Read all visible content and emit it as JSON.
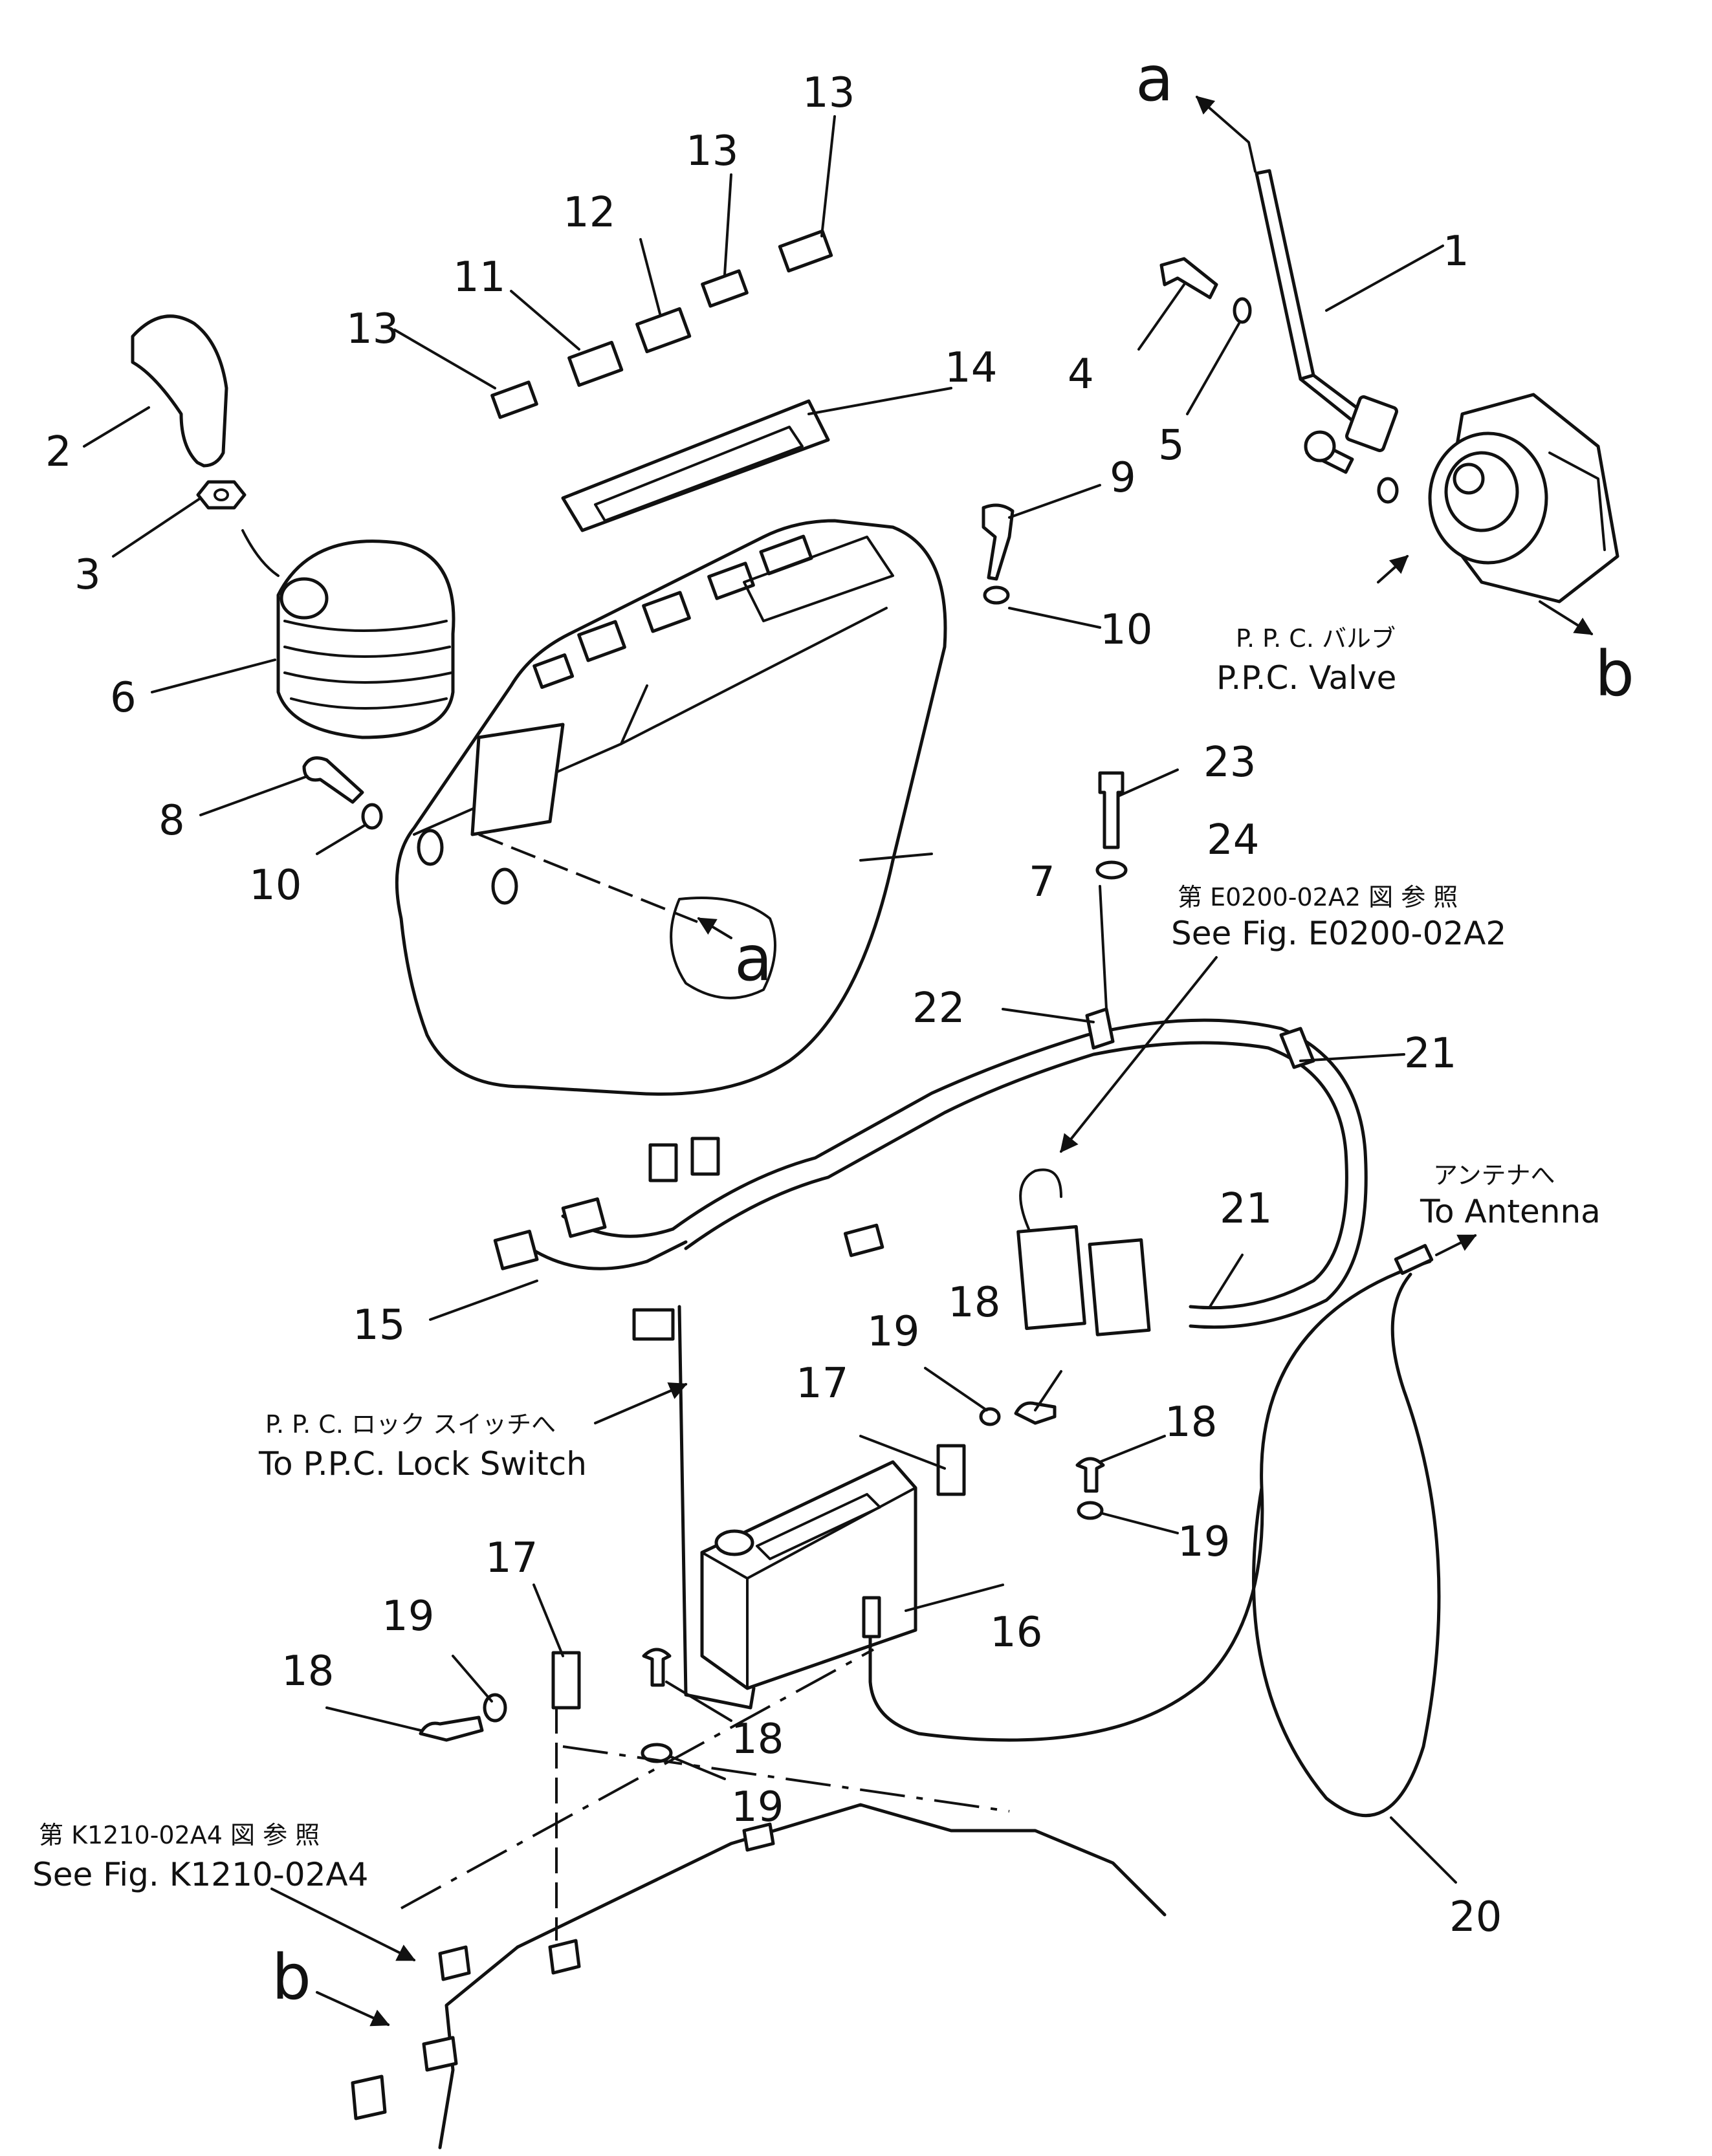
{
  "callouts": {
    "c1": "1",
    "c2": "2",
    "c3": "3",
    "c4": "4",
    "c5": "5",
    "c6": "6",
    "c7": "7",
    "c8": "8",
    "c9": "9",
    "c10a": "10",
    "c10b": "10",
    "c11": "11",
    "c12": "12",
    "c13a": "13",
    "c13b": "13",
    "c13c": "13",
    "c14": "14",
    "c15": "15",
    "c16": "16",
    "c17a": "17",
    "c17b": "17",
    "c18a": "18",
    "c18b": "18",
    "c18c": "18",
    "c18d": "18",
    "c19a": "19",
    "c19b": "19",
    "c19c": "19",
    "c19d": "19",
    "c20": "20",
    "c21a": "21",
    "c21b": "21",
    "c22": "22",
    "c23": "23",
    "c24": "24"
  },
  "connection_letters": {
    "a_top": "a",
    "a_mid": "a",
    "b_right": "b",
    "b_left": "b"
  },
  "notes": {
    "ppc_valve_jp": "P. P. C. バルブ",
    "ppc_valve_en": "P.P.C. Valve",
    "see_fig_e_jp": "第 E0200-02A2 図 参 照",
    "see_fig_e_en": "See Fig. E0200-02A2",
    "antenna_jp": "アンテナへ",
    "antenna_en": "To Antenna",
    "lock_switch_jp": "P. P. C. ロック スイッチへ",
    "lock_switch_en": "To P.P.C. Lock Switch",
    "see_fig_k_jp": "第 K1210-02A4 図 参 照",
    "see_fig_k_en": "See Fig. K1210-02A4"
  }
}
